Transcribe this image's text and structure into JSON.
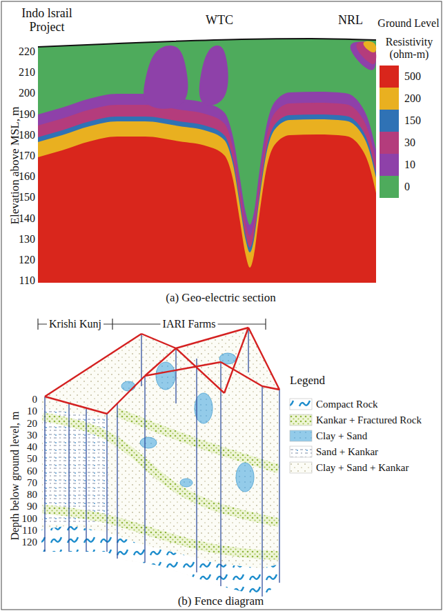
{
  "diagram": {
    "labels": [
      "Indo lsrail Project",
      "WTC",
      "NRL",
      "Ground Level",
      "Resistivity (ohm-m)",
      "Elevation above MSL, m",
      "220",
      "210",
      "200",
      "190",
      "180",
      "170",
      "160",
      "150",
      "140",
      "130",
      "120",
      "110",
      "(a) Geo-electric section",
      "Krishi Kunj",
      "IARI Farms",
      "Depth below ground level, m",
      "0",
      "10",
      "20",
      "30",
      "40",
      "50",
      "60",
      "70",
      "80",
      "90",
      "100",
      "110",
      "120",
      "Legend",
      "(b) Fence diagram"
    ],
    "legend": [
      {
        "text": "500",
        "color": "#d9261c"
      },
      {
        "text": "200",
        "color": "#e9b020"
      },
      {
        "text": "150",
        "color": "#2f72b5"
      },
      {
        "text": "30",
        "color": "#b43c7c"
      },
      {
        "text": "10",
        "color": "#8e41a9"
      },
      {
        "text": "0",
        "color": "#4eab5c"
      },
      {
        "text": "Compact Rock"
      },
      {
        "text": "Kankar + Fractured Rock"
      },
      {
        "text": "Clay + Sand"
      },
      {
        "text": "Sand + Kankar"
      },
      {
        "text": "Clay + Sand + Kankar"
      }
    ]
  }
}
